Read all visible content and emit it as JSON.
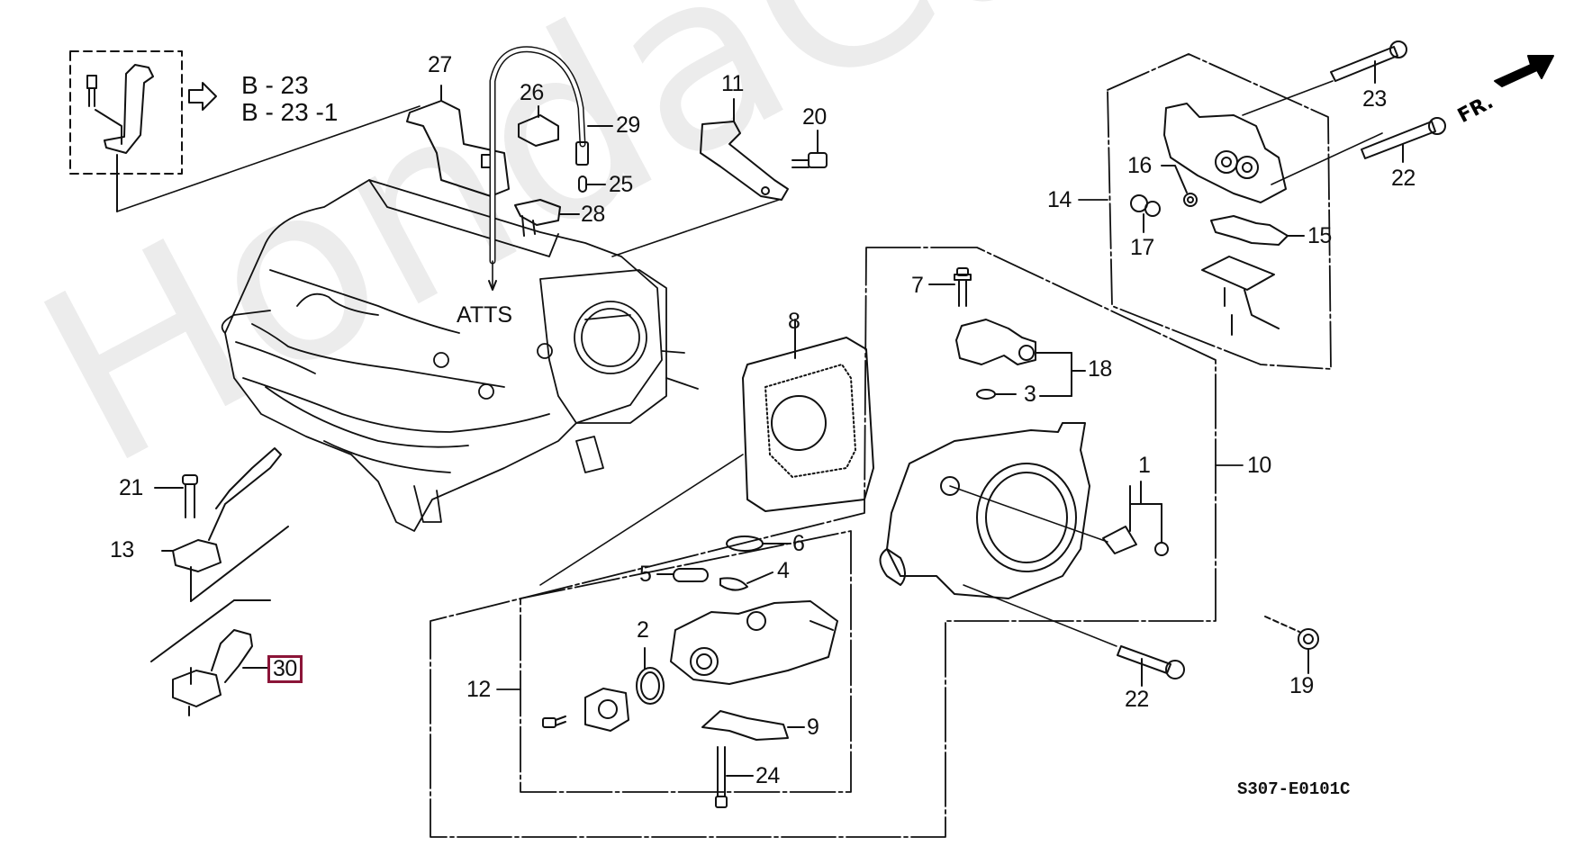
{
  "watermark": "HondaCarMine.ru",
  "diagram_code": "S307-E0101C",
  "direction_label": "FR.",
  "reference": {
    "line1": "B - 23",
    "line2": "B - 23 -1"
  },
  "atts_label": "ATTS",
  "highlight_color": "#8b1538",
  "callouts": [
    {
      "id": "c1",
      "label": "1"
    },
    {
      "id": "c2",
      "label": "2"
    },
    {
      "id": "c3",
      "label": "3"
    },
    {
      "id": "c4",
      "label": "4"
    },
    {
      "id": "c5",
      "label": "5"
    },
    {
      "id": "c6",
      "label": "6"
    },
    {
      "id": "c7",
      "label": "7"
    },
    {
      "id": "c8",
      "label": "8"
    },
    {
      "id": "c9",
      "label": "9"
    },
    {
      "id": "c10",
      "label": "10"
    },
    {
      "id": "c11",
      "label": "11"
    },
    {
      "id": "c12",
      "label": "12"
    },
    {
      "id": "c13",
      "label": "13"
    },
    {
      "id": "c14",
      "label": "14"
    },
    {
      "id": "c15",
      "label": "15"
    },
    {
      "id": "c16",
      "label": "16"
    },
    {
      "id": "c17",
      "label": "17"
    },
    {
      "id": "c18",
      "label": "18"
    },
    {
      "id": "c19",
      "label": "19"
    },
    {
      "id": "c20",
      "label": "20"
    },
    {
      "id": "c21",
      "label": "21"
    },
    {
      "id": "c22a",
      "label": "22"
    },
    {
      "id": "c22b",
      "label": "22"
    },
    {
      "id": "c23",
      "label": "23"
    },
    {
      "id": "c24",
      "label": "24"
    },
    {
      "id": "c25",
      "label": "25"
    },
    {
      "id": "c26",
      "label": "26"
    },
    {
      "id": "c27",
      "label": "27"
    },
    {
      "id": "c28",
      "label": "28"
    },
    {
      "id": "c29",
      "label": "29"
    },
    {
      "id": "c30",
      "label": "30",
      "highlighted": true
    }
  ]
}
